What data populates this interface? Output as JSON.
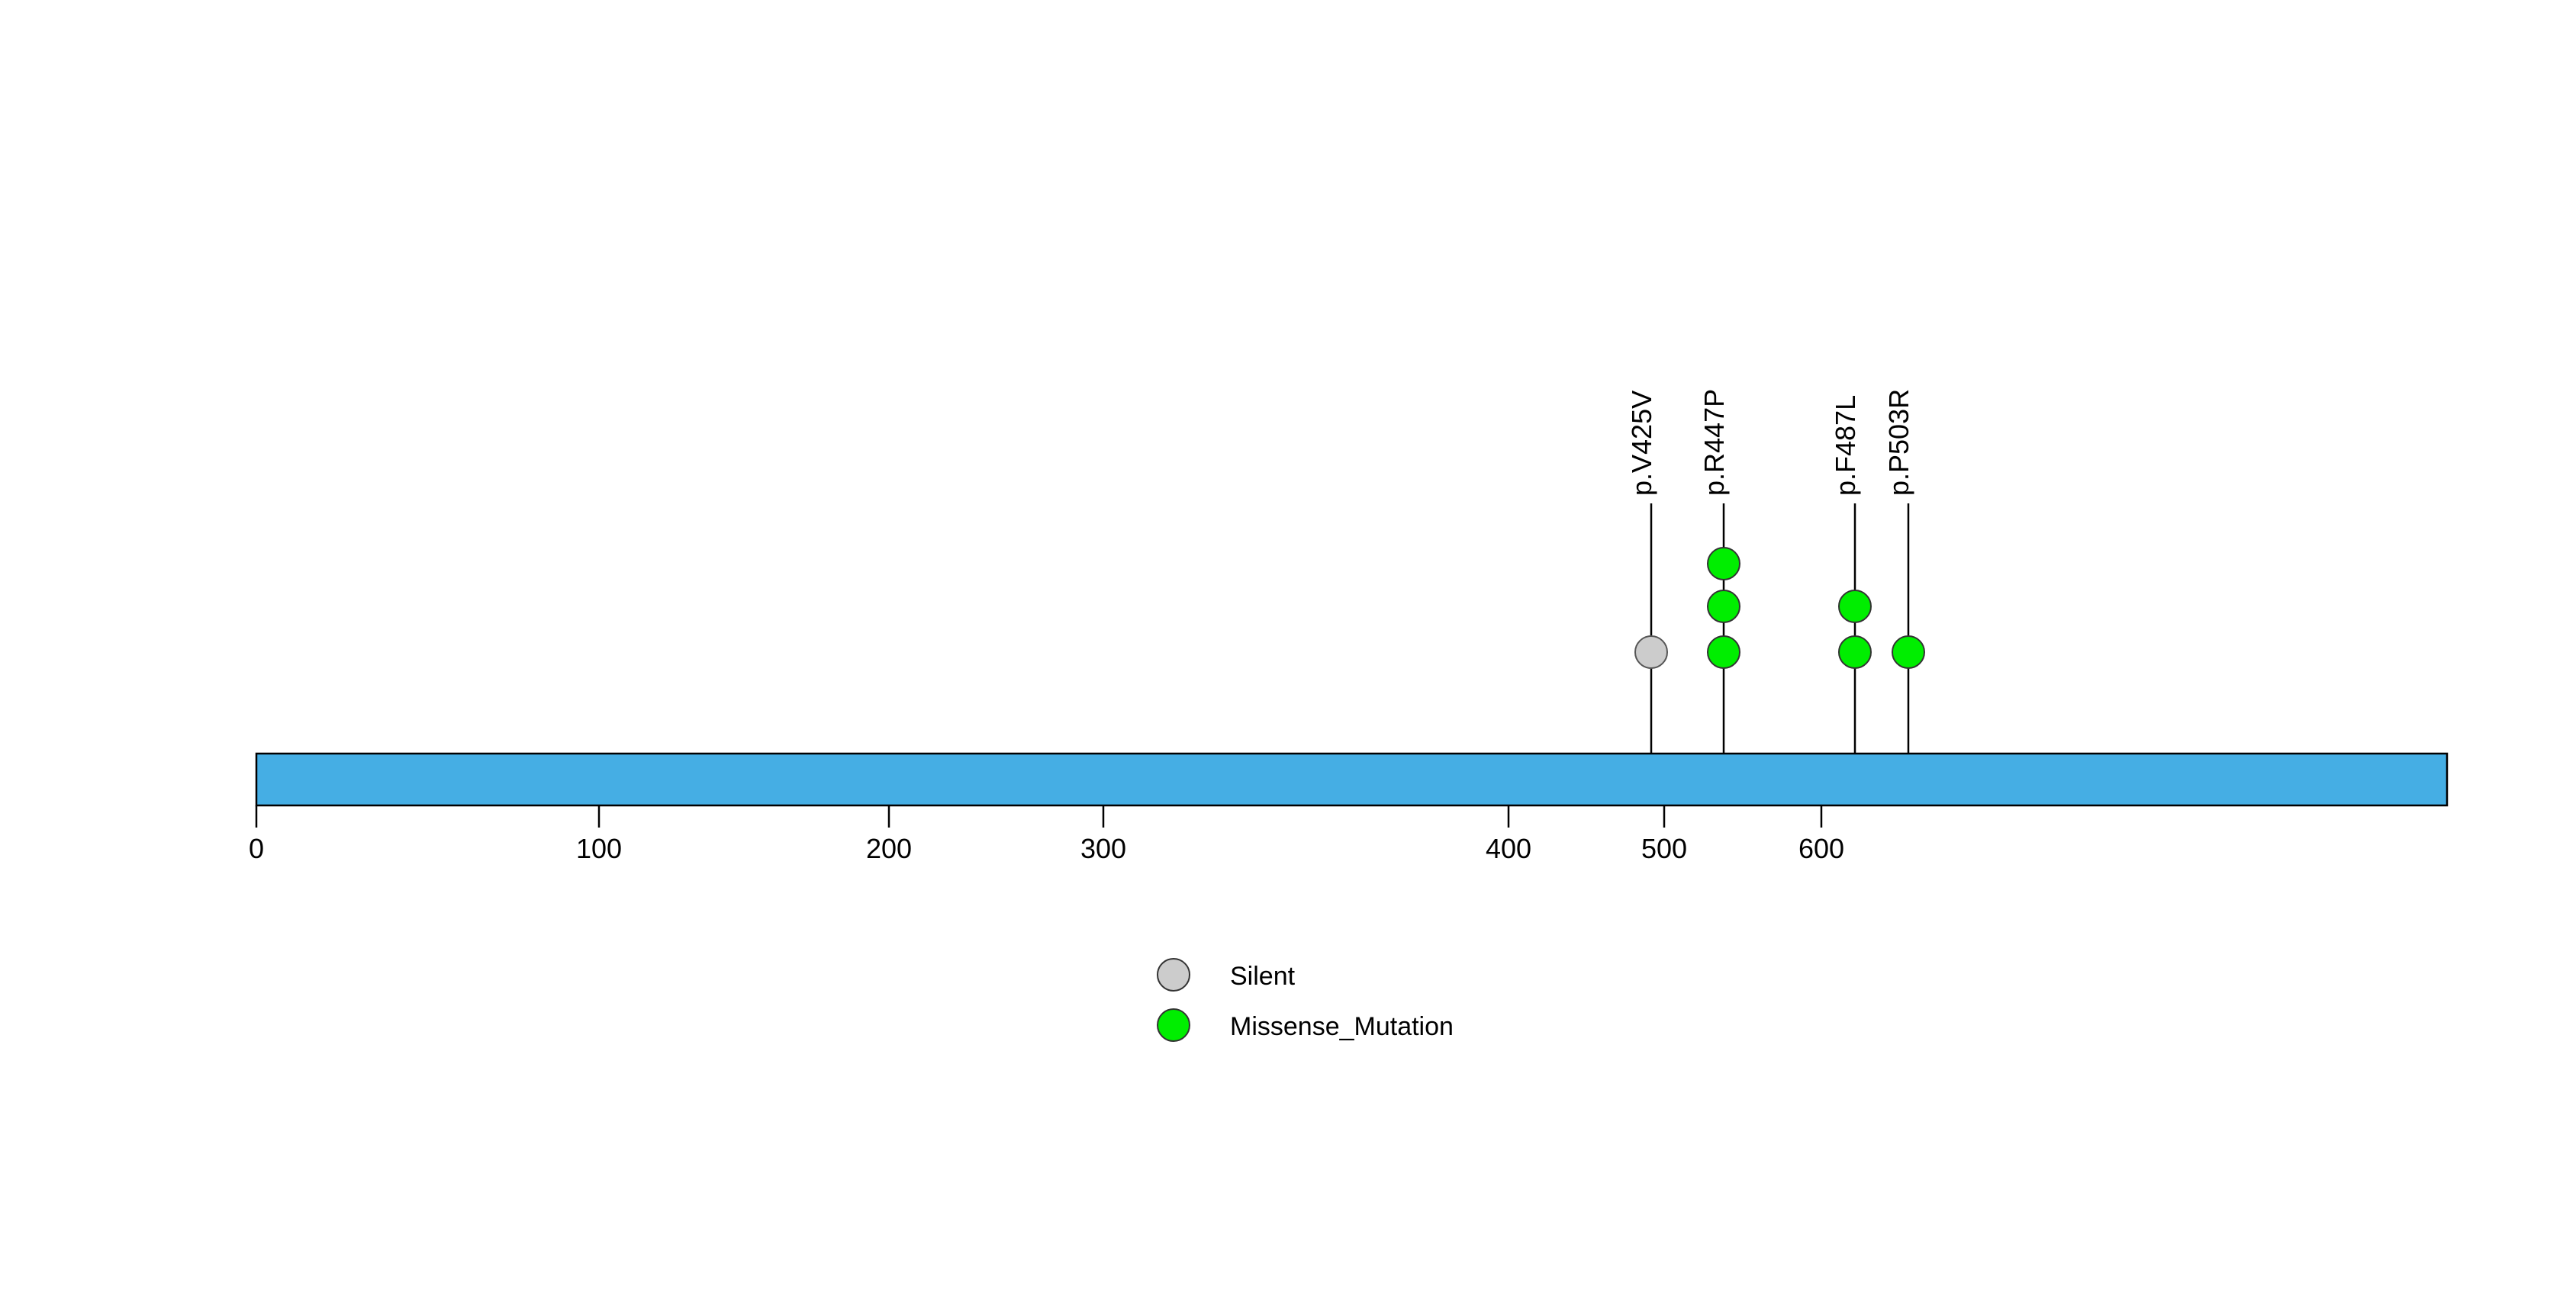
{
  "chart_data": {
    "type": "scatter",
    "plot_kind": "lollipop-mutation-diagram",
    "title": "",
    "subtitle": "",
    "xlabel": "",
    "ylabel": "",
    "grid": false,
    "protein": {
      "length": 666,
      "domain_bar_color": "#45AEE4",
      "domain_bar_border": "#000000",
      "start": 0,
      "end": 666
    },
    "axis": {
      "ticks": [
        0,
        100,
        200,
        300,
        400,
        500,
        600
      ],
      "tick_labels": [
        "0",
        "100",
        "200",
        "300",
        "400",
        "500",
        "600"
      ],
      "xlim": [
        0,
        666
      ]
    },
    "mutations": [
      {
        "label": "p.V425V",
        "position": 425,
        "count": 1,
        "markers": [
          {
            "type": "Silent",
            "color": "#CCCCCC"
          }
        ]
      },
      {
        "label": "p.R447P",
        "position": 447,
        "count": 3,
        "markers": [
          {
            "type": "Missense_Mutation",
            "color": "#00EE00"
          },
          {
            "type": "Missense_Mutation",
            "color": "#00EE00"
          },
          {
            "type": "Missense_Mutation",
            "color": "#00EE00"
          }
        ]
      },
      {
        "label": "p.F487L",
        "position": 487,
        "count": 2,
        "markers": [
          {
            "type": "Missense_Mutation",
            "color": "#00EE00"
          },
          {
            "type": "Missense_Mutation",
            "color": "#00EE00"
          }
        ]
      },
      {
        "label": "p.P503R",
        "position": 503,
        "count": 1,
        "markers": [
          {
            "type": "Missense_Mutation",
            "color": "#00EE00"
          }
        ]
      }
    ],
    "legend": {
      "position": "bottom-center",
      "entries": [
        {
          "label": "Silent",
          "color": "#CCCCCC"
        },
        {
          "label": "Missense_Mutation",
          "color": "#00EE00"
        }
      ]
    }
  },
  "labels": {
    "m0": "p.V425V",
    "m1": "p.R447P",
    "m2": "p.F487L",
    "m3": "p.P503R"
  },
  "ticks": {
    "t0": "0",
    "t1": "100",
    "t2": "200",
    "t3": "300",
    "t4": "400",
    "t5": "500",
    "t6": "600"
  },
  "legend": {
    "silent": "Silent",
    "missense": "Missense_Mutation"
  }
}
